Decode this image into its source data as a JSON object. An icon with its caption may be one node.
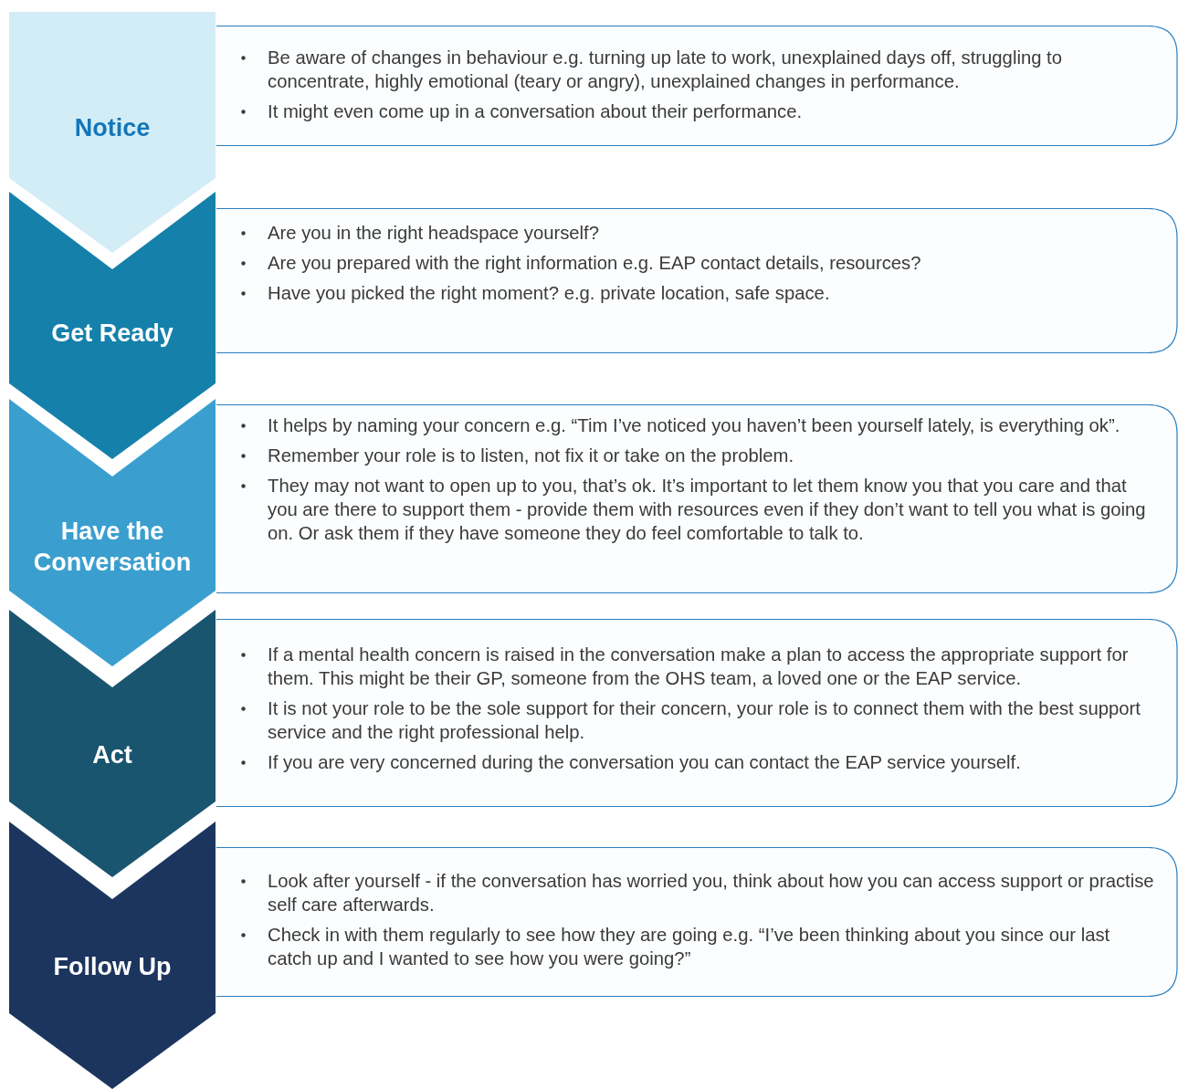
{
  "diagram": {
    "nodes": [
      {
        "text": [
          "Notice"
        ]
      },
      {
        "text": [
          "Be aware of changes in behaviour e.g. turning up late to work, unexplained days off, struggling to concentrate, highly emotional (teary or angry), unexplained changes in performance.",
          "It might even come up in a conversation about their performance."
        ]
      },
      {
        "text": [
          "Get Ready"
        ]
      },
      {
        "text": [
          "Are you in the right headspace yourself?",
          "Are you prepared with the right information e.g. EAP contact details, resources?",
          "Have you picked the right moment? e.g. private location, safe space."
        ]
      },
      {
        "text": [
          "Have the Conversation"
        ]
      },
      {
        "text": [
          "It helps by naming your concern e.g. “Tim I’ve noticed you haven’t been yourself lately, is everything ok”.",
          "Remember your role is to listen, not fix it or take on the problem.",
          "They may not want to open up to you, that’s ok. It’s important to let them know you that you care and that you are there to support them - provide them with resources even if they don’t want to tell you what is going on. Or ask them if they have someone they do feel comfortable to talk to."
        ]
      },
      {
        "text": [
          "Act"
        ]
      },
      {
        "text": [
          "If a mental health concern is raised in the conversation make a plan to access the appropriate support for them. This might be their GP, someone from the OHS team, a loved one or the EAP service.",
          "It is not your role to be the sole support for their concern, your role is to connect them with the best support service and the right professional help.",
          "If you are very concerned during the conversation you can contact the EAP service yourself."
        ]
      },
      {
        "text": [
          "Follow Up"
        ]
      },
      {
        "text": [
          "Look after yourself - if the conversation has worried you, think about how you can access support or practise self care afterwards.",
          "Check in with them regularly to see how they are going e.g. “I’ve been thinking about you since our last catch up and I wanted to see how you were going?”"
        ]
      }
    ]
  }
}
